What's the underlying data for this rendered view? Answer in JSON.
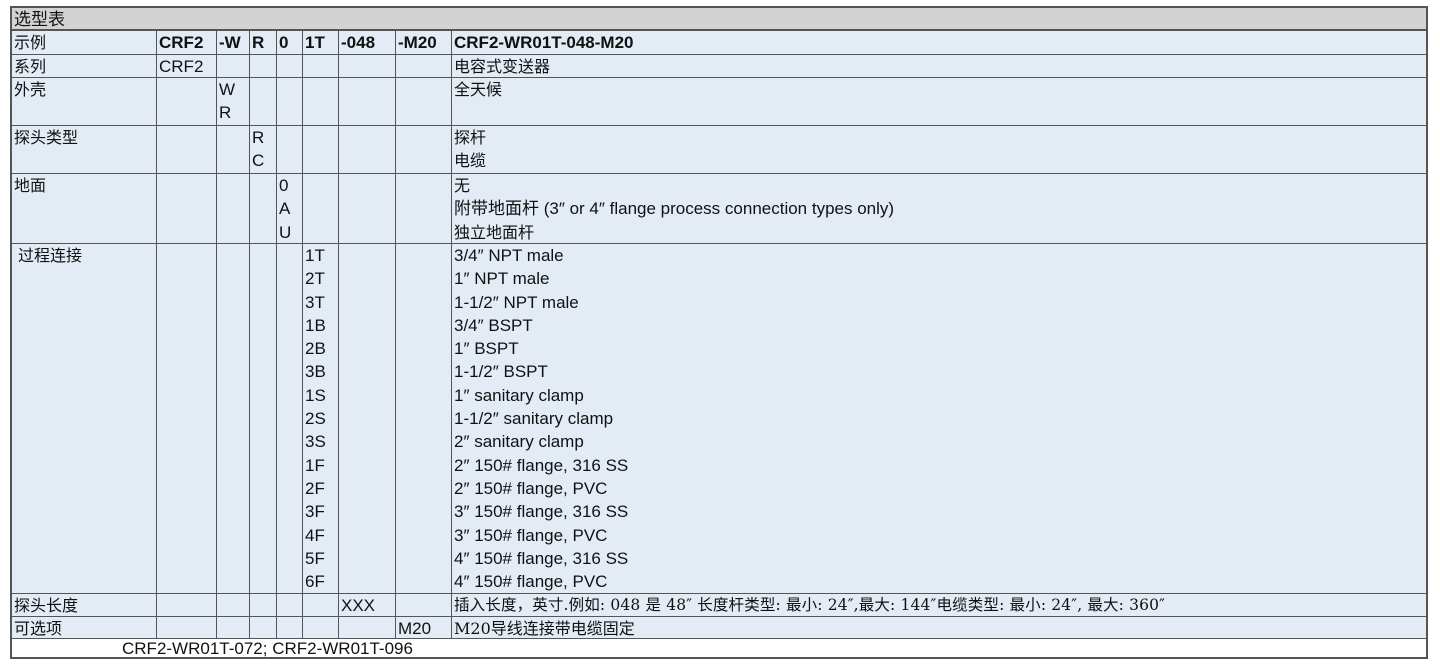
{
  "title": "选型表",
  "header": {
    "label": "示例",
    "codes": [
      "CRF2",
      "-W",
      "R",
      "0",
      "1T",
      "-048",
      "-M20"
    ],
    "example": "CRF2-WR01T-048-M20"
  },
  "rows": {
    "series": {
      "label": "系列",
      "code": "CRF2",
      "desc": "电容式变送器"
    },
    "housing": {
      "label": "外壳",
      "codes": [
        "W",
        "R"
      ],
      "desc": "全天候"
    },
    "probe_type": {
      "label": "探头类型",
      "codes": [
        "R",
        "C"
      ],
      "descs": [
        "探杆",
        "电缆"
      ]
    },
    "ground": {
      "label": "地面",
      "codes": [
        "0",
        "A",
        "U"
      ],
      "descs": [
        "无",
        "附带地面杆 (3″ or 4″ flange process connection types only)",
        "独立地面杆"
      ]
    },
    "process": {
      "label": "过程连接",
      "codes": [
        "1T",
        "2T",
        "3T",
        "1B",
        "2B",
        "3B",
        "1S",
        "2S",
        "3S",
        "1F",
        "2F",
        "3F",
        "4F",
        "5F",
        "6F"
      ],
      "descs": [
        "3/4″ NPT male",
        "1″ NPT male",
        "1-1/2″ NPT male",
        "3/4″ BSPT",
        "1″ BSPT",
        "1-1/2″ BSPT",
        "1″ sanitary clamp",
        "1-1/2″ sanitary clamp",
        "2″ sanitary clamp",
        "2″ 150# flange, 316 SS",
        "2″ 150# flange, PVC",
        "3″ 150# flange, 316 SS",
        "3″ 150# flange, PVC",
        "4″ 150# flange, 316 SS",
        "4″ 150# flange, PVC"
      ]
    },
    "probe_length": {
      "label": "探头长度",
      "code": "XXX",
      "desc": "插入长度，英寸.例如: 048 是 48″ 长度杆类型: 最小: 24″,最大: 144″电缆类型: 最小: 24″, 最大: 360″"
    },
    "options": {
      "label": "可选项",
      "code": "M20",
      "desc": "M20导线连接带电缆固定"
    }
  },
  "footer": "CRF2-WR01T-072; CRF2-WR01T-096"
}
